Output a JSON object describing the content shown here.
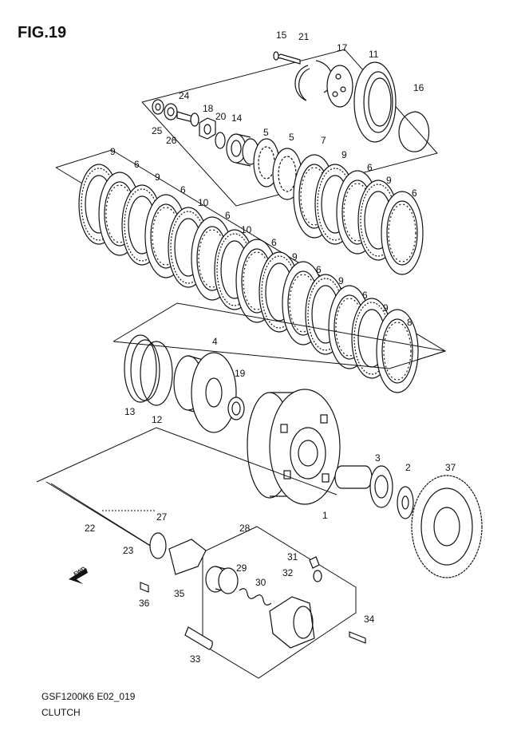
{
  "figure": {
    "title": "FIG.19",
    "code": "GSF1200K6 E02_019",
    "name": "CLUTCH"
  },
  "fwd_label": "FWD",
  "callouts": [
    {
      "id": "p15",
      "label": "15"
    },
    {
      "id": "p21",
      "label": "21"
    },
    {
      "id": "p17",
      "label": "17"
    },
    {
      "id": "p11",
      "label": "11"
    },
    {
      "id": "p16",
      "label": "16"
    },
    {
      "id": "p24",
      "label": "24"
    },
    {
      "id": "p18",
      "label": "18"
    },
    {
      "id": "p20",
      "label": "20"
    },
    {
      "id": "p14",
      "label": "14"
    },
    {
      "id": "p25",
      "label": "25"
    },
    {
      "id": "p26",
      "label": "26"
    },
    {
      "id": "p5a",
      "label": "5"
    },
    {
      "id": "p5b",
      "label": "5"
    },
    {
      "id": "p7",
      "label": "7"
    },
    {
      "id": "p9a",
      "label": "9"
    },
    {
      "id": "p6a",
      "label": "6"
    },
    {
      "id": "p9b",
      "label": "9"
    },
    {
      "id": "p6b",
      "label": "6"
    },
    {
      "id": "p9c",
      "label": "9"
    },
    {
      "id": "p6c",
      "label": "6"
    },
    {
      "id": "p9d",
      "label": "9"
    },
    {
      "id": "p6d",
      "label": "6"
    },
    {
      "id": "p10a",
      "label": "10"
    },
    {
      "id": "p6e",
      "label": "6"
    },
    {
      "id": "p10b",
      "label": "10"
    },
    {
      "id": "p6f",
      "label": "6"
    },
    {
      "id": "p9e",
      "label": "9"
    },
    {
      "id": "p6g",
      "label": "6"
    },
    {
      "id": "p9f",
      "label": "9"
    },
    {
      "id": "p6h",
      "label": "6"
    },
    {
      "id": "p9g",
      "label": "9"
    },
    {
      "id": "p8",
      "label": "8"
    },
    {
      "id": "p4",
      "label": "4"
    },
    {
      "id": "p19",
      "label": "19"
    },
    {
      "id": "p13",
      "label": "13"
    },
    {
      "id": "p12",
      "label": "12"
    },
    {
      "id": "p3",
      "label": "3"
    },
    {
      "id": "p2",
      "label": "2"
    },
    {
      "id": "p37",
      "label": "37"
    },
    {
      "id": "p1",
      "label": "1"
    },
    {
      "id": "p22",
      "label": "22"
    },
    {
      "id": "p27",
      "label": "27"
    },
    {
      "id": "p23",
      "label": "23"
    },
    {
      "id": "p28",
      "label": "28"
    },
    {
      "id": "p31",
      "label": "31"
    },
    {
      "id": "p29",
      "label": "29"
    },
    {
      "id": "p30",
      "label": "30"
    },
    {
      "id": "p32",
      "label": "32"
    },
    {
      "id": "p35",
      "label": "35"
    },
    {
      "id": "p36",
      "label": "36"
    },
    {
      "id": "p34",
      "label": "34"
    },
    {
      "id": "p33",
      "label": "33"
    }
  ]
}
